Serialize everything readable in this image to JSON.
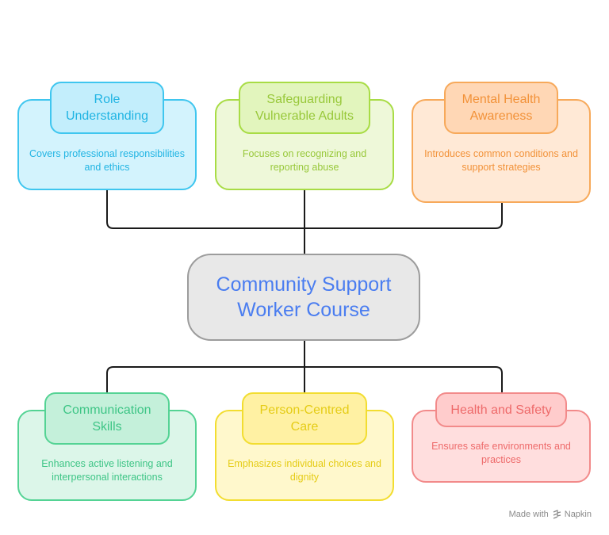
{
  "center": {
    "title": "Community Support Worker Course"
  },
  "nodes": [
    {
      "id": "role",
      "title": "Role Understanding",
      "description": "Covers professional responsibilities and ethics",
      "color": "#3fc6ef"
    },
    {
      "id": "safeguarding",
      "title": "Safeguarding Vulnerable Adults",
      "description": "Focuses on recognizing and reporting abuse",
      "color": "#a8dc45"
    },
    {
      "id": "mental-health",
      "title": "Mental Health Awareness",
      "description": "Introduces common conditions and support strategies",
      "color": "#f7a95a"
    },
    {
      "id": "communication",
      "title": "Communication Skills",
      "description": "Enhances active listening and interpersonal interactions",
      "color": "#54d394"
    },
    {
      "id": "person-centred",
      "title": "Person-Centred Care",
      "description": "Emphasizes individual choices and dignity",
      "color": "#f2dd30"
    },
    {
      "id": "health-safety",
      "title": "Health and Safety",
      "description": "Ensures safe environments and practices",
      "color": "#f28a8a"
    }
  ],
  "center_color": "#4a7df0",
  "footer": {
    "made_with": "Made with",
    "brand": "Napkin"
  }
}
